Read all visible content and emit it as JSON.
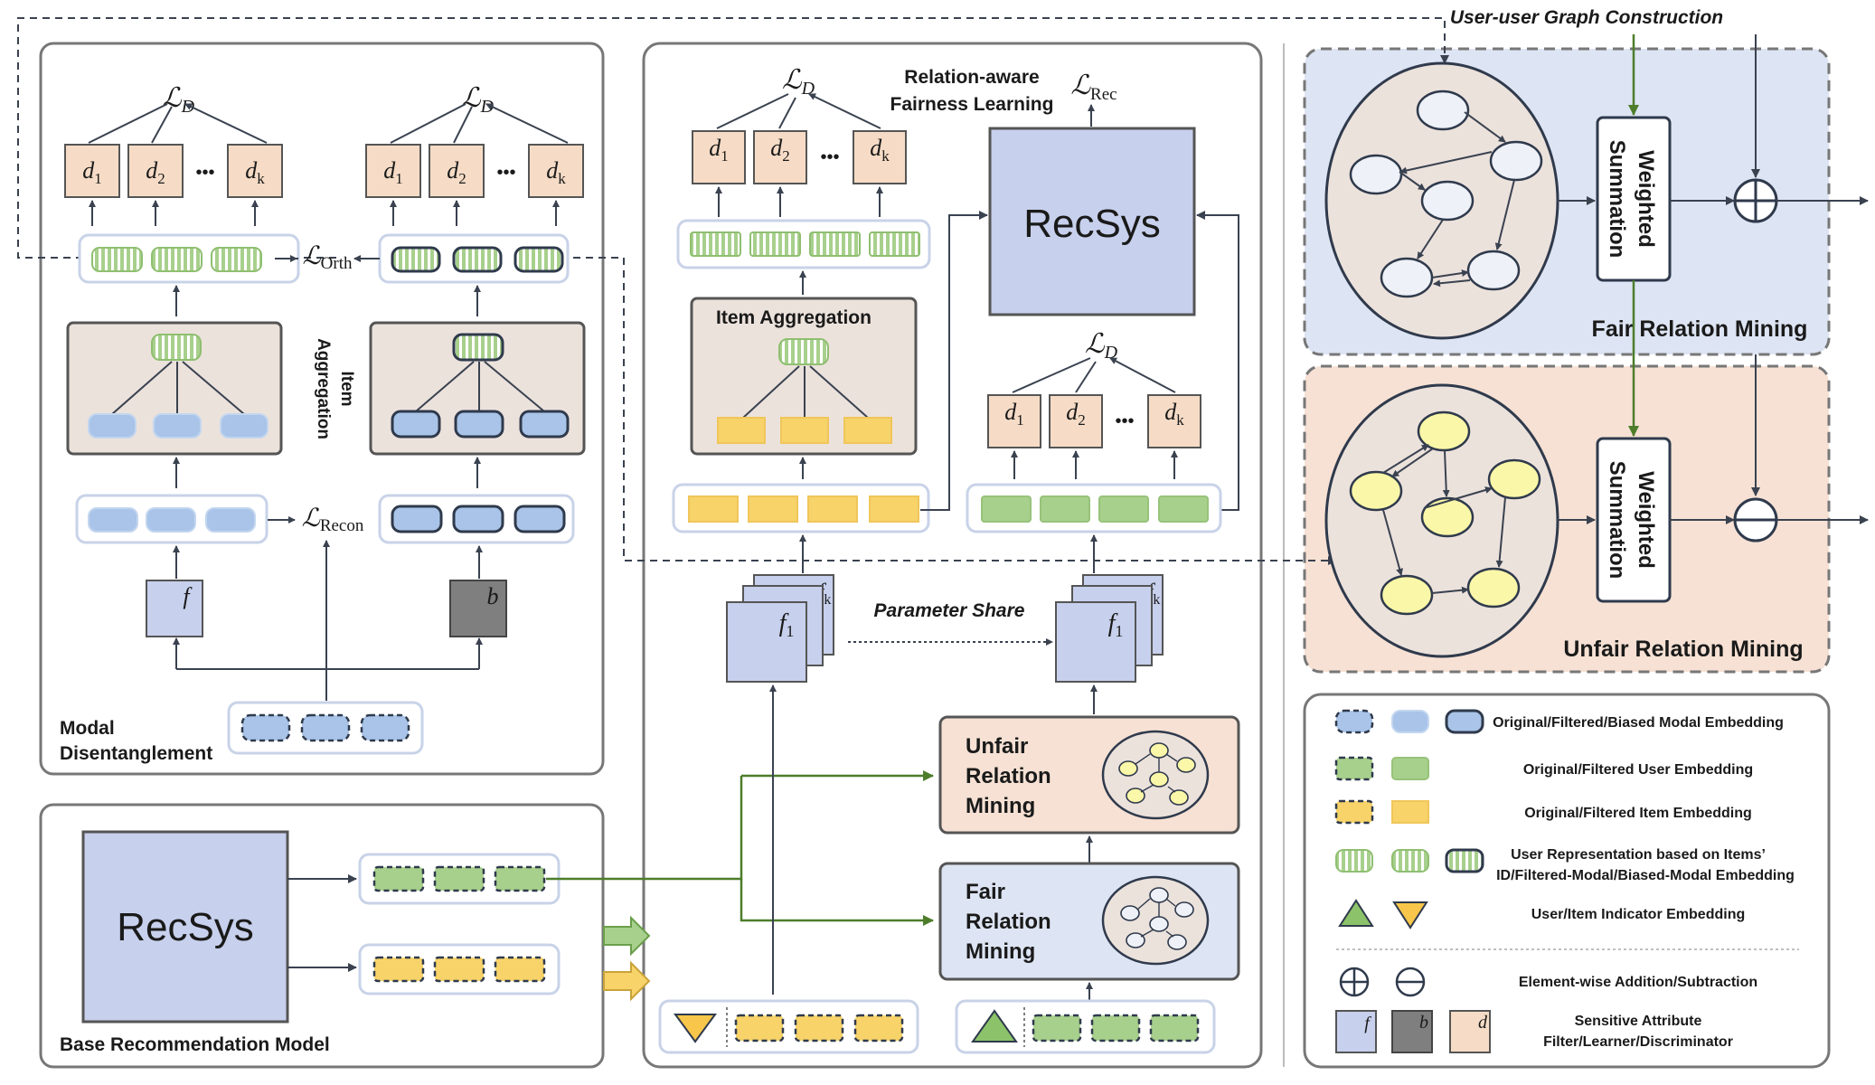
{
  "top_label": "User-user Graph Construction",
  "param_share": "Parameter Share",
  "relation_aware": [
    "Relation-aware",
    "Fairness Learning"
  ],
  "panels": {
    "modal": [
      "Modal",
      "Disentanglement"
    ],
    "base": "Base Recommendation Model",
    "fair_mining": "Fair Relation Mining",
    "unfair_mining": "Unfair Relation Mining"
  },
  "item_aggregation_rot": [
    "Item",
    "Aggregation"
  ],
  "item_aggregation": "Item Aggregation",
  "recsys": "RecSys",
  "weighted": [
    "Weighted",
    "Summation"
  ],
  "unfair_box": [
    "Unfair",
    "Relation",
    "Mining"
  ],
  "fair_box": [
    "Fair",
    "Relation",
    "Mining"
  ],
  "loss": {
    "d_sym": "ℒ",
    "d_sub": "D",
    "orth_sub": "Orth",
    "recon_sub": "Recon",
    "rec_sub": "Rec"
  },
  "disc": {
    "d": "d",
    "s1": "1",
    "s2": "2",
    "sk": "k",
    "dots": "•••"
  },
  "fk": {
    "f": "f",
    "s1": "1",
    "sk": "k"
  },
  "filter_f": "f",
  "filter_b": "b",
  "legend": [
    "Original/Filtered/Biased Modal Embedding",
    "Original/Filtered User Embedding",
    "Original/Filtered Item Embedding",
    "User Representation based on Items’",
    "ID/Filtered-Modal/Biased-Modal Embedding",
    "User/Item Indicator Embedding",
    "Element-wise Addition/Subtraction",
    "Sensitive Attribute",
    "Filter/Learner/Discriminator"
  ],
  "legend_icons": {
    "f": "f",
    "b": "b",
    "d": "d"
  },
  "colors": {
    "blue_emb": "#a9c4e8",
    "green_emb": "#a8d08d",
    "yellow_emb": "#f7d36a",
    "disc": "#f6dcc6",
    "filter": "#c7d0ec",
    "learner": "#7f7f7f",
    "fair_bg": "#dde4f3",
    "unfair_bg": "#f6e1d4",
    "arrow_green": "#4d7d2a"
  }
}
